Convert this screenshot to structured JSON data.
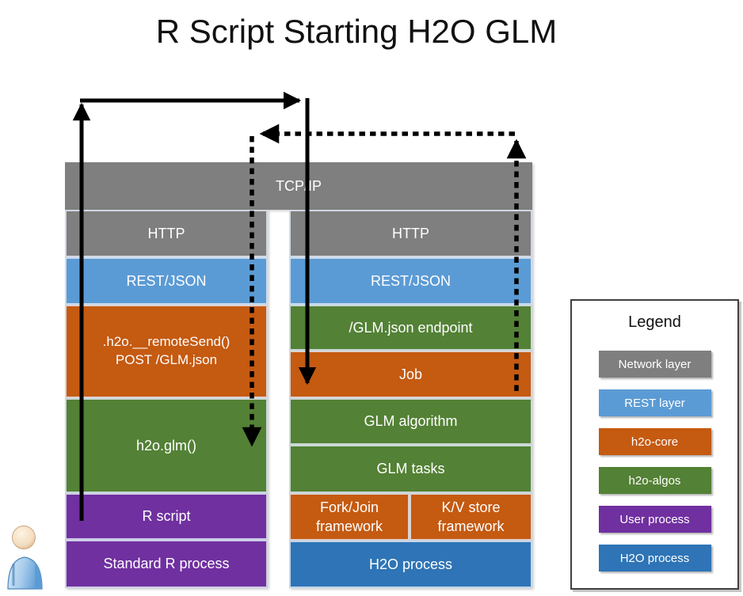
{
  "title": "R Script Starting H2O GLM",
  "palette": {
    "network_gray": "#7f7f7f",
    "rest_blue": "#5b9bd5",
    "h2o_core_orange": "#c55a11",
    "h2o_algos_green": "#538135",
    "user_purple": "#7030a0",
    "h2o_process_blue": "#2e74b6",
    "arrow_black": "#000000"
  },
  "boxes": {
    "tcpip": "TCP/IP",
    "left_http": "HTTP",
    "left_rest": "REST/JSON",
    "remote_send_line1": ".h2o.__remoteSend()",
    "remote_send_line2": "POST /GLM.json",
    "h2o_glm": "h2o.glm()",
    "r_script": "R script",
    "standard_r": "Standard R process",
    "right_http": "HTTP",
    "right_rest": "REST/JSON",
    "glm_endpoint": "/GLM.json endpoint",
    "job": "Job",
    "glm_algorithm": "GLM algorithm",
    "glm_tasks": "GLM tasks",
    "forkjoin_line1": "Fork/Join",
    "forkjoin_line2": "framework",
    "kvstore_line1": "K/V store",
    "kvstore_line2": "framework",
    "h2o_process": "H2O process"
  },
  "legend": {
    "title": "Legend",
    "items": [
      {
        "label": "Network layer",
        "color": "#7f7f7f"
      },
      {
        "label": "REST layer",
        "color": "#5b9bd5"
      },
      {
        "label": "h2o-core",
        "color": "#c55a11"
      },
      {
        "label": "h2o-algos",
        "color": "#538135"
      },
      {
        "label": "User process",
        "color": "#7030a0"
      },
      {
        "label": "H2O process",
        "color": "#2e74b6"
      }
    ]
  },
  "icons": {
    "person_icon": "👤"
  }
}
